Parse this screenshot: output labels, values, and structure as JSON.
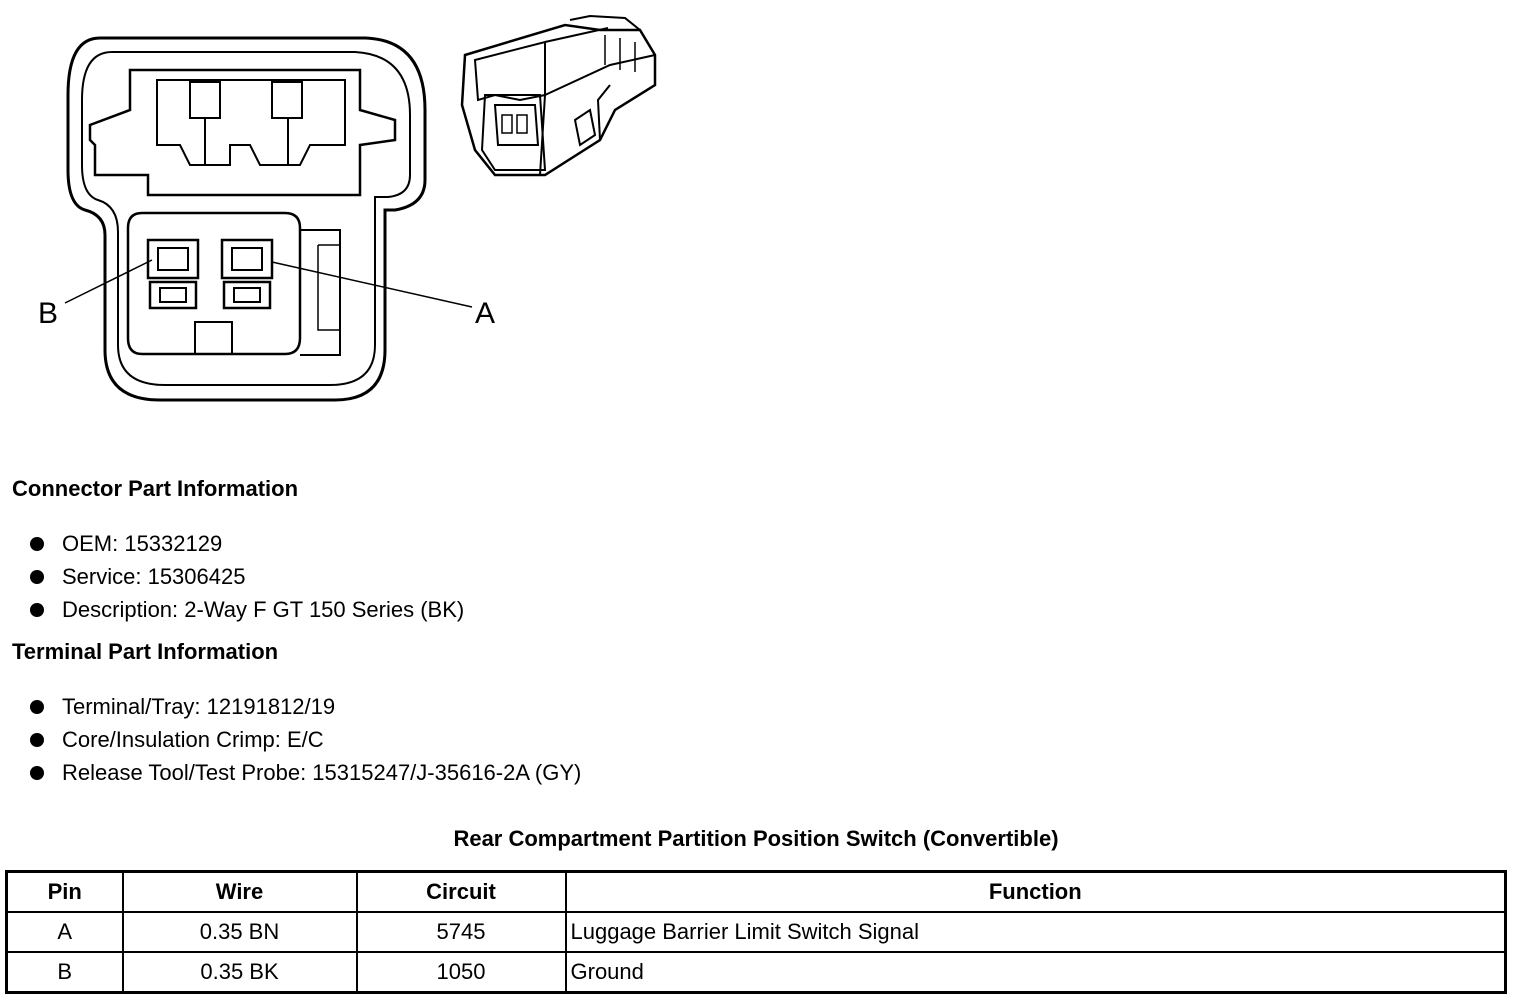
{
  "diagram": {
    "pin_label_b": "B",
    "pin_label_a": "A"
  },
  "connector_section": {
    "title": "Connector Part Information",
    "items": [
      "OEM: 15332129",
      "Service: 15306425",
      "Description: 2-Way F GT 150 Series (BK)"
    ]
  },
  "terminal_section": {
    "title": "Terminal Part Information",
    "items": [
      "Terminal/Tray: 12191812/19",
      "Core/Insulation Crimp: E/C",
      "Release Tool/Test Probe: 15315247/J-35616-2A (GY)"
    ]
  },
  "table": {
    "title": "Rear Compartment Partition Position Switch (Convertible)",
    "headers": [
      "Pin",
      "Wire",
      "Circuit",
      "Function"
    ],
    "rows": [
      [
        "A",
        "0.35 BN",
        "5745",
        "Luggage Barrier Limit Switch Signal"
      ],
      [
        "B",
        "0.35 BK",
        "1050",
        "Ground"
      ]
    ]
  }
}
